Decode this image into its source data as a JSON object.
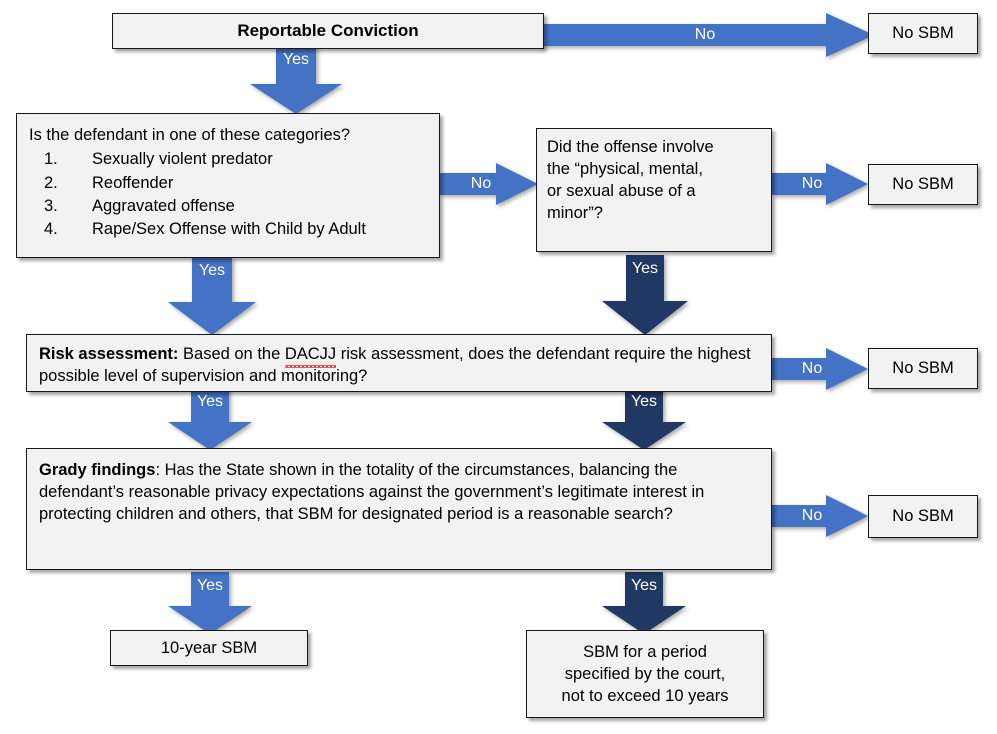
{
  "diagram": {
    "title": "Satellite-Based Monitoring (SBM) determination flowchart",
    "colors": {
      "arrow_blue": "#4472C4",
      "arrow_navy": "#1F3864",
      "box_fill": "#F2F2F2",
      "box_border": "#171717",
      "label_text": "#FFFFFF",
      "squiggle_red": "#E03030"
    }
  },
  "nodes": {
    "reportable_conviction": {
      "label": "Reportable Conviction"
    },
    "categories": {
      "question": "Is the defendant in one of these categories?",
      "items": [
        {
          "num": "1.",
          "text": "Sexually violent predator"
        },
        {
          "num": "2.",
          "text": "Reoffender"
        },
        {
          "num": "3.",
          "text": "Aggravated offense"
        },
        {
          "num": "4.",
          "text": "Rape/Sex Offense with Child by Adult"
        }
      ]
    },
    "minor_abuse": {
      "line1": "Did the offense involve",
      "line2": "the “physical, mental,",
      "line3": "or sexual abuse of a",
      "line4": "minor”?"
    },
    "risk_assessment": {
      "bold_lead": "Risk assessment:",
      "text_before_acronym": " Based on the ",
      "acronym": "DACJJ",
      "text_after_acronym": " risk assessment, does the defendant require the highest possible level of supervision and monitoring?"
    },
    "grady_findings": {
      "bold_lead": "Grady findings",
      "text": ": Has the State shown in the totality of the circumstances, balancing the defendant’s reasonable privacy expectations against the government’s legitimate interest in protecting children and others, that SBM for designated period is a reasonable search?"
    },
    "outcome_ten_year": {
      "label": "10-year SBM"
    },
    "outcome_court_specified": {
      "line1": "SBM for a period",
      "line2": "specified by the court,",
      "line3": "not to exceed 10 years"
    },
    "no_sbm_1": {
      "label": "No SBM"
    },
    "no_sbm_2": {
      "label": "No SBM"
    },
    "no_sbm_3": {
      "label": "No SBM"
    },
    "no_sbm_4": {
      "label": "No SBM"
    }
  },
  "arrows": {
    "conviction_no": {
      "label": "No",
      "direction": "right",
      "color": "#4472C4"
    },
    "conviction_yes": {
      "label": "Yes",
      "direction": "down",
      "color": "#4472C4"
    },
    "categories_no": {
      "label": "No",
      "direction": "right",
      "color": "#4472C4"
    },
    "categories_yes": {
      "label": "Yes",
      "direction": "down",
      "color": "#4472C4"
    },
    "minor_no": {
      "label": "No",
      "direction": "right",
      "color": "#4472C4"
    },
    "minor_yes": {
      "label": "Yes",
      "direction": "down",
      "color": "#1F3864"
    },
    "risk_no": {
      "label": "No",
      "direction": "right",
      "color": "#4472C4"
    },
    "risk_yes_left": {
      "label": "Yes",
      "direction": "down",
      "color": "#4472C4"
    },
    "risk_yes_right": {
      "label": "Yes",
      "direction": "down",
      "color": "#1F3864"
    },
    "grady_no": {
      "label": "No",
      "direction": "right",
      "color": "#4472C4"
    },
    "grady_yes_left": {
      "label": "Yes",
      "direction": "down",
      "color": "#4472C4"
    },
    "grady_yes_right": {
      "label": "Yes",
      "direction": "down",
      "color": "#1F3864"
    }
  }
}
